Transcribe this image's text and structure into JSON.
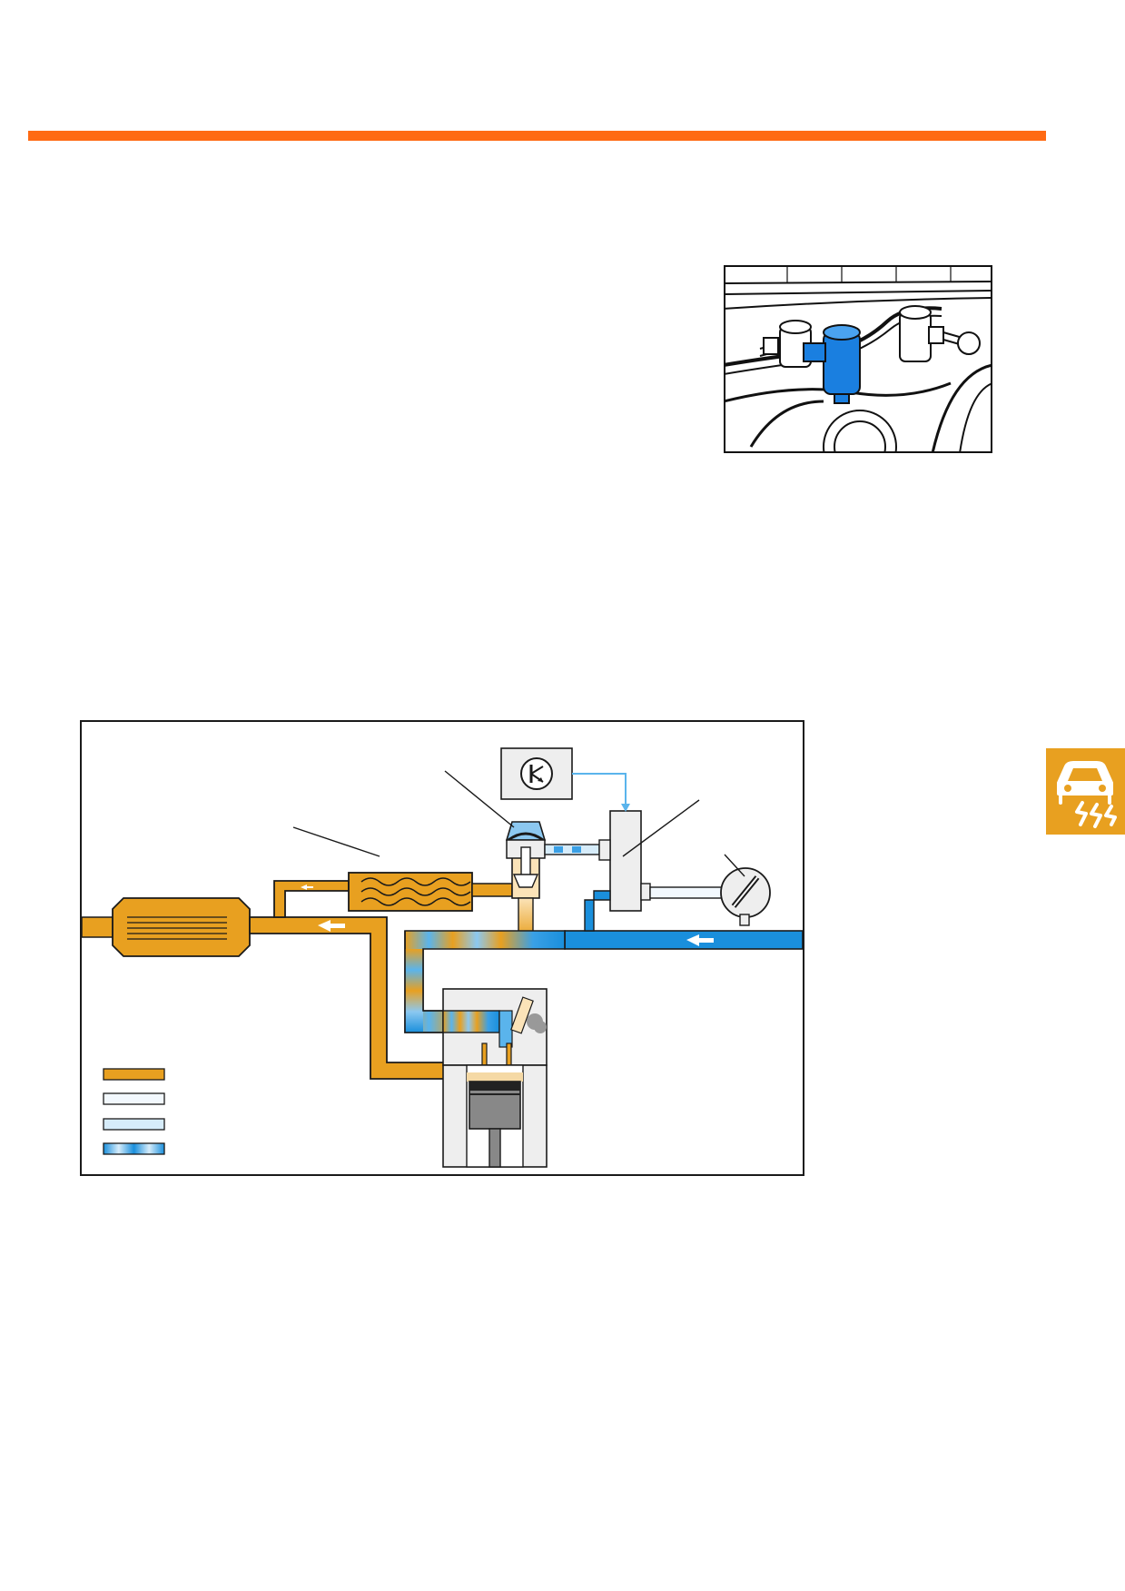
{
  "page": {
    "background": "#ffffff"
  },
  "colors": {
    "accent_orange": "#ff6a13",
    "exhaust_amber": "#e8a020",
    "fresh_air_blue": "#1a8fdc",
    "intake_light_blue": "#d6ecfa",
    "component_gray": "#eeeeee",
    "outline": "#1a1a1a",
    "tab_orange": "#e8a020"
  },
  "photo": {
    "highlighted_part_color": "#1a7fe0"
  },
  "diagram": {
    "legend": [
      {
        "swatch": "exhaust",
        "color": "#e8a020"
      },
      {
        "swatch": "air-white",
        "color": "#f2f8fd"
      },
      {
        "swatch": "air-light-blue",
        "color": "#d6ecfa"
      },
      {
        "swatch": "mixed",
        "color": "#1a8fdc"
      }
    ],
    "icons": [
      "control-unit-icon",
      "flow-arrow-icon",
      "throttle-valve-icon"
    ]
  },
  "side_tab": {
    "icon": "car-skid-icon",
    "color": "#e8a020"
  }
}
